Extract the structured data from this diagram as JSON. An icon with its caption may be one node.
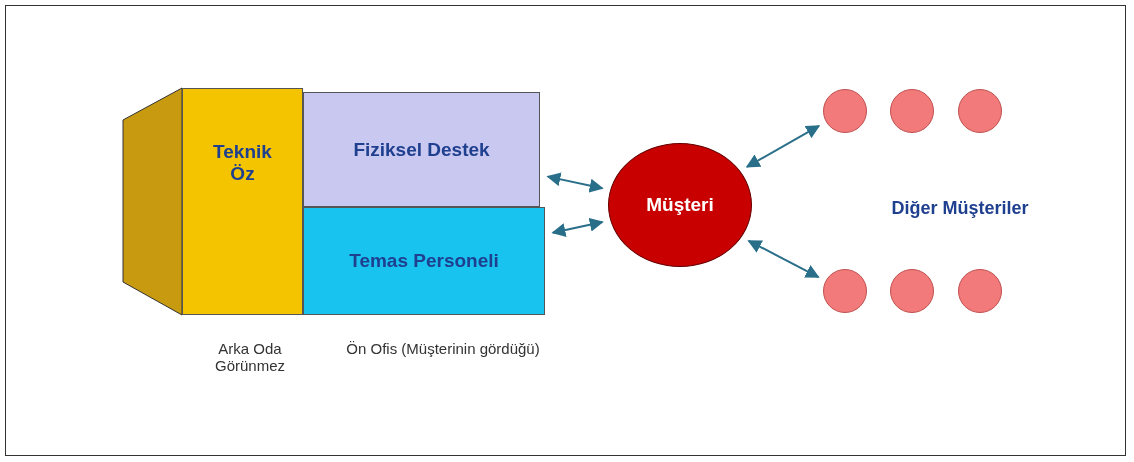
{
  "diagram": {
    "nodes": [
      {
        "text": [
          "Teknik Öz"
        ]
      },
      {
        "text": [
          "Fiziksel Destek"
        ]
      },
      {
        "text": [
          "Temas Personeli"
        ]
      },
      {
        "text": [
          "Müşteri"
        ]
      },
      {
        "text": [],
        "shape": "circle"
      },
      {
        "text": [],
        "shape": "circle"
      },
      {
        "text": [],
        "shape": "circle"
      },
      {
        "text": [],
        "shape": "circle"
      },
      {
        "text": [],
        "shape": "circle"
      },
      {
        "text": [],
        "shape": "circle"
      }
    ],
    "edges": [
      {
        "from": 1,
        "to": 3,
        "arrow": "both"
      },
      {
        "from": 2,
        "to": 3,
        "arrow": "both"
      },
      {
        "from": 3,
        "to": 4,
        "arrow": "both"
      },
      {
        "from": 3,
        "to": 7,
        "arrow": "both"
      }
    ],
    "labels": [
      "Arka Oda Görünmez",
      "Ön Ofis (Müşterinin gördüğü)",
      "Diğer Müşteriler"
    ]
  }
}
